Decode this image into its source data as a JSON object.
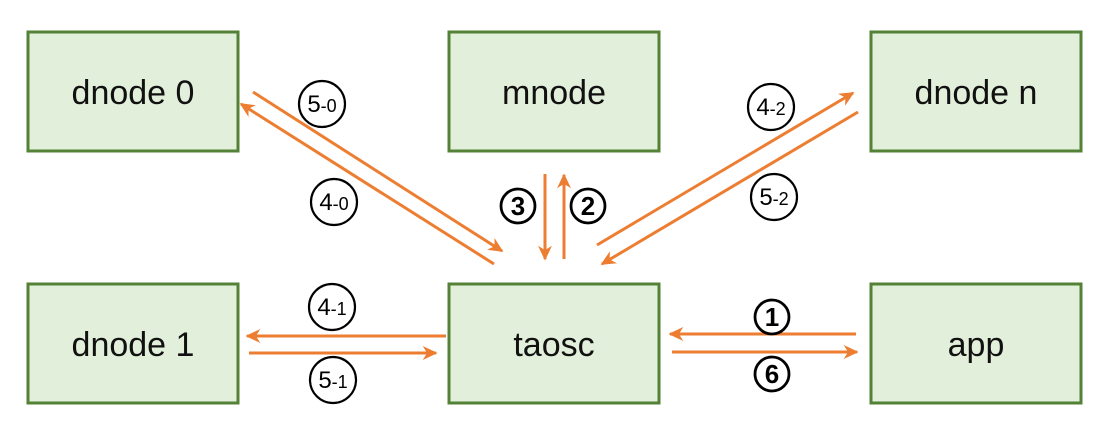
{
  "diagram": {
    "kind": "architecture-flow-diagram",
    "colors": {
      "node_fill": "#E2EFDA",
      "node_border": "#538135",
      "arrow": "#ED7D31",
      "label_circle_fill": "#FFFFFF",
      "label_circle_border": "#000000",
      "text": "#111111"
    },
    "nodes": [
      {
        "id": "dnode0",
        "label": "dnode 0"
      },
      {
        "id": "mnode",
        "label": "mnode"
      },
      {
        "id": "dnoden",
        "label": "dnode n"
      },
      {
        "id": "dnode1",
        "label": "dnode 1"
      },
      {
        "id": "taosc",
        "label": "taosc"
      },
      {
        "id": "app",
        "label": "app"
      }
    ],
    "edges": [
      {
        "label": "5-0",
        "from": "dnode 0",
        "to": "taosc"
      },
      {
        "label": "4-0",
        "from": "taosc",
        "to": "dnode 0"
      },
      {
        "label": "3",
        "from": "mnode",
        "to": "taosc"
      },
      {
        "label": "2",
        "from": "taosc",
        "to": "mnode"
      },
      {
        "label": "4-2",
        "from": "taosc",
        "to": "dnode n"
      },
      {
        "label": "5-2",
        "from": "dnode n",
        "to": "taosc"
      },
      {
        "label": "4-1",
        "from": "taosc",
        "to": "dnode 1"
      },
      {
        "label": "5-1",
        "from": "dnode 1",
        "to": "taosc"
      },
      {
        "label": "1",
        "from": "app",
        "to": "taosc"
      },
      {
        "label": "6",
        "from": "taosc",
        "to": "app"
      }
    ]
  }
}
